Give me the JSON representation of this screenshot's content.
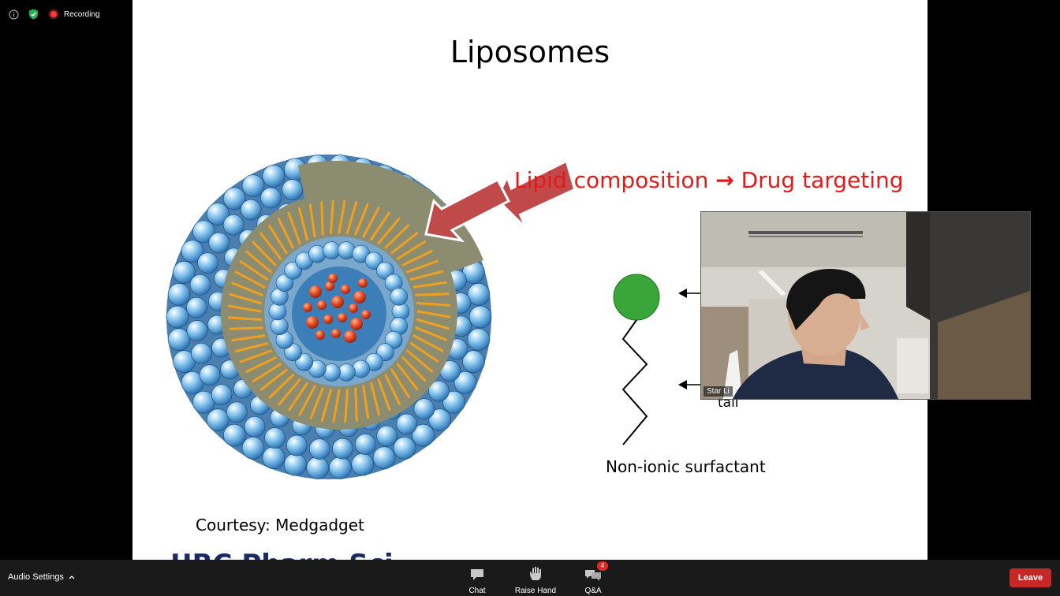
{
  "status_bar": {
    "recording_label": "Recording"
  },
  "slide": {
    "title": "Liposomes",
    "annotation_left": "Lipid composition",
    "annotation_arrow": "→",
    "annotation_right": "Drug targeting",
    "courtesy": "Courtesy: Medgadget",
    "surfactant_label": "Non-ionic surfactant",
    "tail_label": "tail",
    "footer_partial": "UBC Pharm Sci"
  },
  "video": {
    "participant_name": "Star Li"
  },
  "toolbar": {
    "audio_settings": "Audio Settings",
    "chat": "Chat",
    "raise_hand": "Raise Hand",
    "qa": "Q&A",
    "qa_badge": "4",
    "leave": "Leave"
  },
  "colors": {
    "accent_red": "#e41a1a",
    "leave_button": "#c62828",
    "toolbar_bg": "#1a1a1a",
    "head_green": "#3aa63a",
    "membrane_blue": "#5ea9dd",
    "tail_orange": "#f0a020",
    "payload_red": "#d9381e"
  }
}
